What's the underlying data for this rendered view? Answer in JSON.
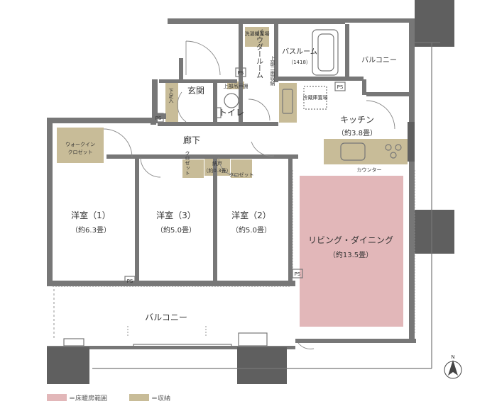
{
  "colors": {
    "floor_heating": "#e2b7b9",
    "storage": "#c8bc98",
    "wall": "#777777",
    "column": "#606060"
  },
  "rooms": {
    "walk_in": {
      "name": "ウォークイン",
      "sub": "クロゼット"
    },
    "western1": {
      "name": "洋室（1）",
      "area": "（約6.3畳）"
    },
    "western3": {
      "name": "洋室（3）",
      "area": "（約5.0畳）"
    },
    "western2": {
      "name": "洋室（2）",
      "area": "（約5.0畳）"
    },
    "living": {
      "name": "リビング・ダイニング",
      "area": "（約13.5畳）"
    },
    "kitchen": {
      "name": "キッチン",
      "area": "（約3.8畳）"
    },
    "counter": "カウンター",
    "corridor": "廊下",
    "entrance": "玄関",
    "toilet": "トイレ",
    "powder": "パウダールーム",
    "bath": {
      "name": "バスルーム",
      "size": "（1418）"
    },
    "balcony_top": "バルコニー",
    "balcony_bottom": "バルコニー",
    "nando": {
      "name": "納戸",
      "area": "（約0.3畳）"
    },
    "closet3": "クロゼット",
    "closet2": "クロゼット",
    "washer": "洗濯機置場",
    "fridge": "冷蔵庫置場",
    "shoe": "下足入",
    "upper_cabinet": "上部吊戸棚",
    "upper_storage": "上部二面収納"
  },
  "ps_labels": [
    "PS",
    "PS",
    "PS",
    "PS",
    "PS"
  ],
  "compass": "N",
  "legend": [
    {
      "label": "＝床暖房範囲",
      "color": "#e2b7b9"
    },
    {
      "label": "＝収納",
      "color": "#c8bc98"
    }
  ]
}
